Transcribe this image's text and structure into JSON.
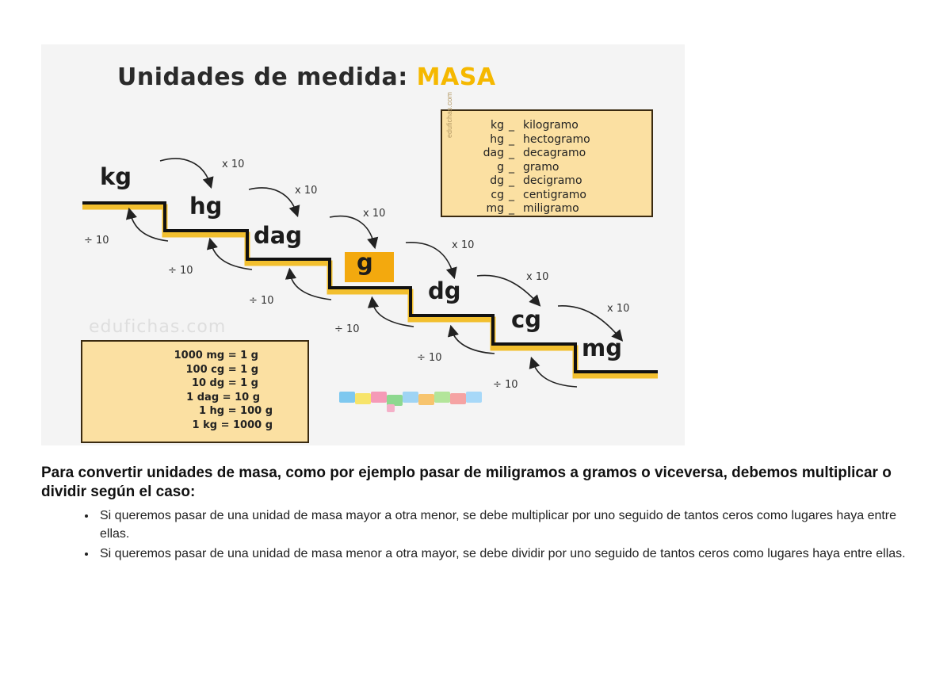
{
  "figure": {
    "title_part1": "Unidades de medida: ",
    "title_part2": "MASA",
    "colors": {
      "accent": "#f5b800",
      "box_fill": "#fbe0a2",
      "highlight": "#f3a90e",
      "stair": "#111111"
    },
    "units": [
      {
        "label": "kg"
      },
      {
        "label": "hg"
      },
      {
        "label": "dag"
      },
      {
        "label": "g"
      },
      {
        "label": "dg"
      },
      {
        "label": "cg"
      },
      {
        "label": "mg"
      }
    ],
    "multiply_label": "x 10",
    "divide_label": "÷ 10",
    "legend": {
      "side_text": "edufichas.com",
      "rows": [
        {
          "abbr": "kg",
          "name": "kilogramo"
        },
        {
          "abbr": "hg",
          "name": "hectogramo"
        },
        {
          "abbr": "dag",
          "name": "decagramo"
        },
        {
          "abbr": "g",
          "name": "gramo"
        },
        {
          "abbr": "dg",
          "name": "decigramo"
        },
        {
          "abbr": "cg",
          "name": "centigramo"
        },
        {
          "abbr": "mg",
          "name": "miligramo"
        }
      ],
      "separator": "_"
    },
    "equivalences": [
      "1000 mg = 1 g",
      "100 cg = 1 g",
      "10 dg = 1 g",
      "1 dag = 10 g",
      "1 hg = 100 g",
      "1 kg = 1000 g"
    ],
    "watermark": "edufichas.com",
    "logo_icon": "edufichas-logo-icon"
  },
  "text": {
    "intro": "Para convertir unidades de masa, como por ejemplo pasar de miligramos a gramos o viceversa, debemos multiplicar o dividir según el caso:",
    "bullets": [
      "Si queremos pasar de una unidad de masa mayor a otra menor, se debe multiplicar por uno seguido de tantos ceros como lugares haya entre ellas.",
      "Si queremos pasar de una unidad de masa menor a otra mayor, se debe dividir por uno seguido de tantos ceros como lugares haya entre ellas."
    ]
  }
}
